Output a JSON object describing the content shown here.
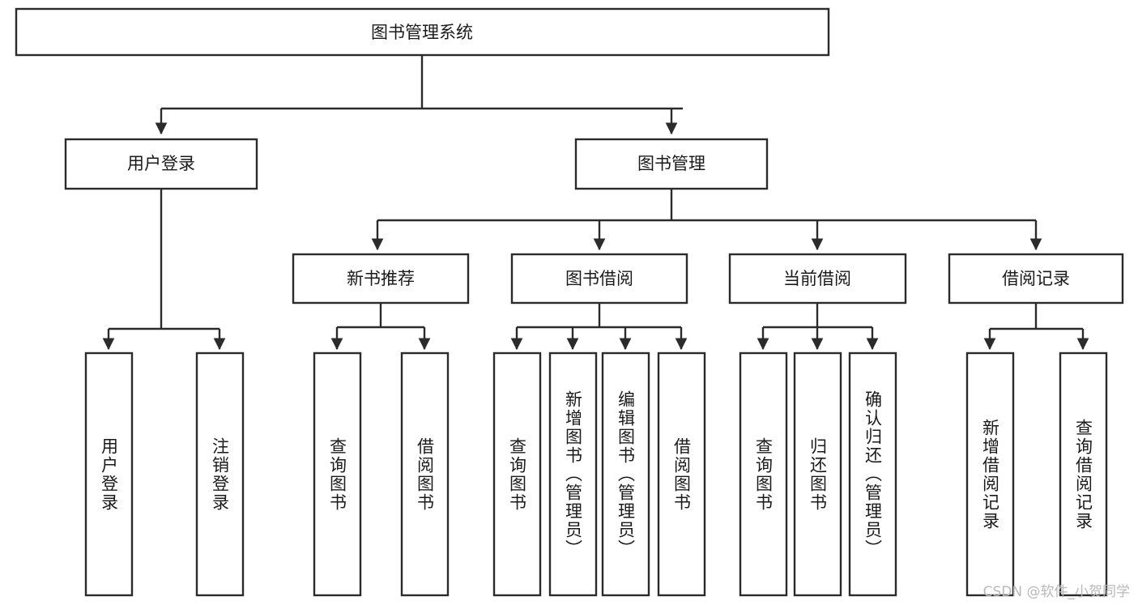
{
  "diagram": {
    "title": "图书管理系统",
    "type": "tree-hierarchy-chart",
    "orientation": "top-down",
    "colors": {
      "box_stroke": "#2b2b2b",
      "box_fill": "#ffffff",
      "text": "#1a1a1a",
      "background": "#ffffff",
      "watermark": "#b9b9b9"
    },
    "root": {
      "id": "root",
      "label": "图书管理系统"
    },
    "level2": [
      {
        "id": "user-login",
        "label": "用户登录"
      },
      {
        "id": "book-manage",
        "label": "图书管理"
      }
    ],
    "level3": [
      {
        "id": "new-book-rec",
        "label": "新书推荐",
        "parent": "book-manage"
      },
      {
        "id": "book-borrow",
        "label": "图书借阅",
        "parent": "book-manage"
      },
      {
        "id": "current-borrow",
        "label": "当前借阅",
        "parent": "book-manage"
      },
      {
        "id": "borrow-record",
        "label": "借阅记录",
        "parent": "book-manage"
      }
    ],
    "leaves": [
      {
        "id": "leaf-user-login",
        "label": "用户登录",
        "parent": "user-login"
      },
      {
        "id": "leaf-logout",
        "label": "注销登录",
        "parent": "user-login"
      },
      {
        "id": "leaf-query-book-rec",
        "label": "查询图书",
        "parent": "new-book-rec"
      },
      {
        "id": "leaf-borrow-book-rec",
        "label": "借阅图书",
        "parent": "new-book-rec"
      },
      {
        "id": "leaf-query-book-borrow",
        "label": "查询图书",
        "parent": "book-borrow"
      },
      {
        "id": "leaf-add-book",
        "label": "新增图书（管理员）",
        "parent": "book-borrow"
      },
      {
        "id": "leaf-edit-book",
        "label": "编辑图书（管理员）",
        "parent": "book-borrow"
      },
      {
        "id": "leaf-borrow-book",
        "label": "借阅图书",
        "parent": "book-borrow"
      },
      {
        "id": "leaf-query-book-current",
        "label": "查询图书",
        "parent": "current-borrow"
      },
      {
        "id": "leaf-return-book",
        "label": "归还图书",
        "parent": "current-borrow"
      },
      {
        "id": "leaf-confirm-return",
        "label": "确认归还（管理员）",
        "parent": "current-borrow"
      },
      {
        "id": "leaf-add-record",
        "label": "新增借阅记录",
        "parent": "borrow-record"
      },
      {
        "id": "leaf-query-record",
        "label": "查询借阅记录",
        "parent": "borrow-record"
      }
    ],
    "watermark": "CSDN @软件_小贺同学"
  }
}
